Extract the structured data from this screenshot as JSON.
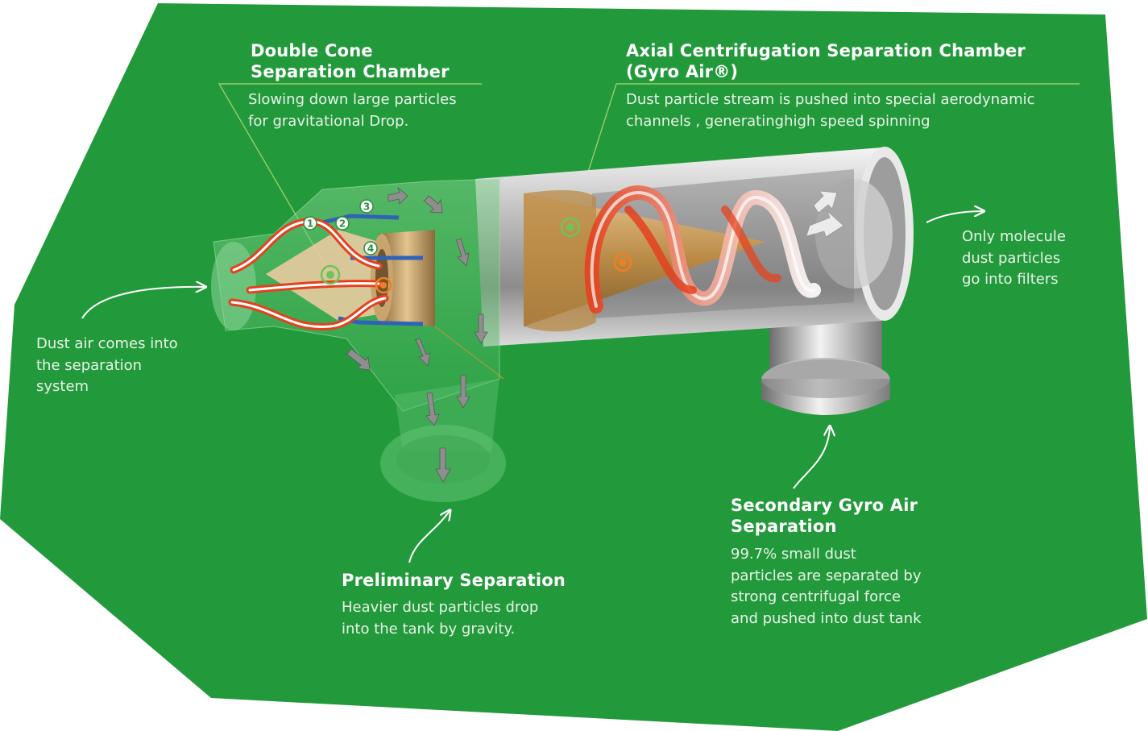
{
  "labels": {
    "double_cone": {
      "title": [
        "Double Cone",
        "Separation Chamber"
      ],
      "desc": [
        "Slowing down large particles",
        "for gravitational Drop."
      ]
    },
    "axial": {
      "title": [
        "Axial Centrifugation Separation Chamber",
        "(Gyro Air®)"
      ],
      "desc": [
        "Dust particle stream is pushed into special aerodynamic",
        "channels ,  generatinghigh speed spinning"
      ]
    },
    "dust_in": {
      "desc": [
        "Dust air comes into",
        "the separation",
        "system"
      ]
    },
    "molecule": {
      "desc": [
        "Only molecule",
        "dust particles",
        "go into filters"
      ]
    },
    "preliminary": {
      "title": [
        "Preliminary Separation"
      ],
      "desc": [
        "Heavier dust particles drop",
        "into the tank by gravity."
      ]
    },
    "secondary": {
      "title": [
        "Secondary Gyro Air",
        "Separation"
      ],
      "desc": [
        "99.7% small dust",
        "particles are separated by",
        "strong centrifugal force",
        "and pushed into dust tank"
      ]
    }
  },
  "stage_markers": [
    "1",
    "2",
    "3",
    "4"
  ],
  "colors": {
    "background_green": "#229a3b",
    "callout_line": "#9ccc6a",
    "marker_green": "#6fc35a",
    "marker_orange": "#f07f22",
    "airflow_red": "#e4411f",
    "airflow_blue": "#2f63b8",
    "cone_gold": "#b98a45"
  }
}
